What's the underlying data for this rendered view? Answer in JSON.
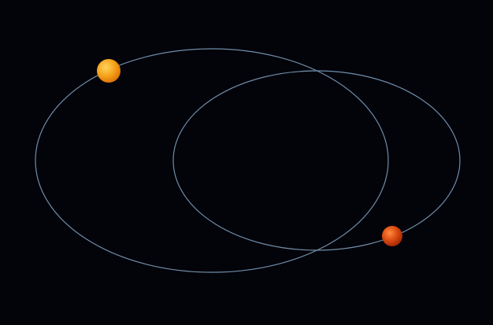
{
  "scene": {
    "background_color": "#03030a",
    "orbit_color": "#6f8ea8",
    "orbits": [
      {
        "name": "left-orbit"
      },
      {
        "name": "right-orbit"
      }
    ],
    "bodies": [
      {
        "name": "yellow-star",
        "color": "#f5a21a",
        "highlight": "#ffd45e",
        "shadow": "#d96f08"
      },
      {
        "name": "red-star",
        "color": "#d9480f",
        "highlight": "#ff8a3d",
        "shadow": "#9c2306"
      }
    ]
  }
}
